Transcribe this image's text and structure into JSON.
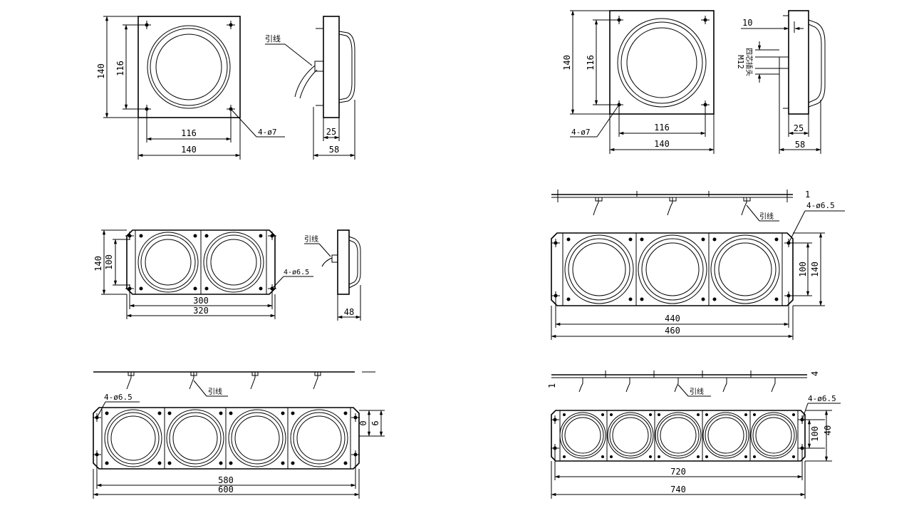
{
  "labels": {
    "lead_wire": "引线",
    "hole_4_7": "4-ø7",
    "hole_4_65": "4-ø6.5",
    "m12": "M12",
    "plug": "四芯插头"
  },
  "dims": {
    "d140": "140",
    "d116": "116",
    "d25": "25",
    "d58": "58",
    "d10": "10",
    "d100": "100",
    "d300": "300",
    "d320": "320",
    "d48": "48",
    "d440": "440",
    "d460": "460",
    "d580": "580",
    "d600": "600",
    "d720": "720",
    "d740": "740",
    "d40": "40",
    "d1": "1",
    "d4": "4",
    "d0": "0",
    "d6": "6"
  },
  "colors": {
    "line": "#000000",
    "background": "#ffffff"
  }
}
